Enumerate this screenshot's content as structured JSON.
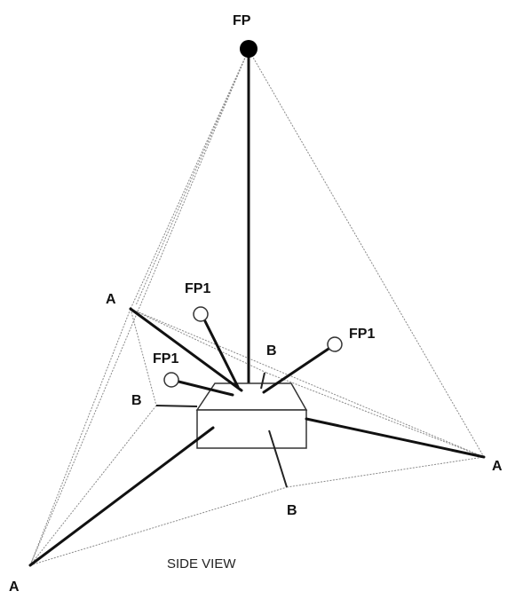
{
  "diagram": {
    "labels": {
      "fp_top": "FP",
      "fp1_upper": "FP1",
      "fp1_left": "FP1",
      "fp1_right": "FP1",
      "a_left_upper": "A",
      "a_right": "A",
      "a_bottom_left": "A",
      "b_left": "B",
      "b_top": "B",
      "b_bottom": "B"
    },
    "caption": "SIDE VIEW"
  }
}
